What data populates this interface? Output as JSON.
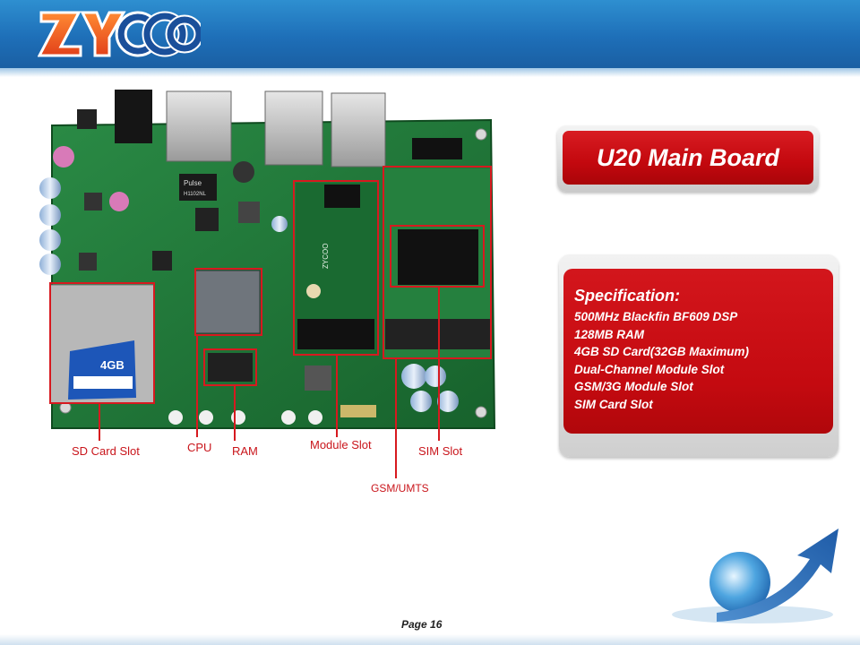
{
  "logo": {
    "text": "ZYCOO"
  },
  "title": "U20 Main Board",
  "spec": {
    "heading": "Specification:",
    "items": [
      "500MHz Blackfin BF609 DSP",
      "128MB RAM",
      "4GB SD Card(32GB Maximum)",
      "Dual-Channel Module Slot",
      "GSM/3G Module Slot",
      "SIM Card Slot"
    ]
  },
  "labels": {
    "sd": "SD Card Slot",
    "cpu": "CPU",
    "ram": "RAM",
    "module": "Module Slot",
    "sim": "SIM Slot",
    "gsm": "GSM/UMTS"
  },
  "board": {
    "pulse_text": "Pulse",
    "chip_text": "H1102NL",
    "sd_capacity": "4GB",
    "silk_logo": "ZYCOO"
  },
  "footer": {
    "page": "Page  16"
  },
  "colors": {
    "header": "#1e6fb8",
    "accent_red": "#c40a10",
    "pcb_green": "#1f7a3a",
    "label_red": "#c9151b"
  },
  "icons": [
    "globe-arrow-icon"
  ]
}
